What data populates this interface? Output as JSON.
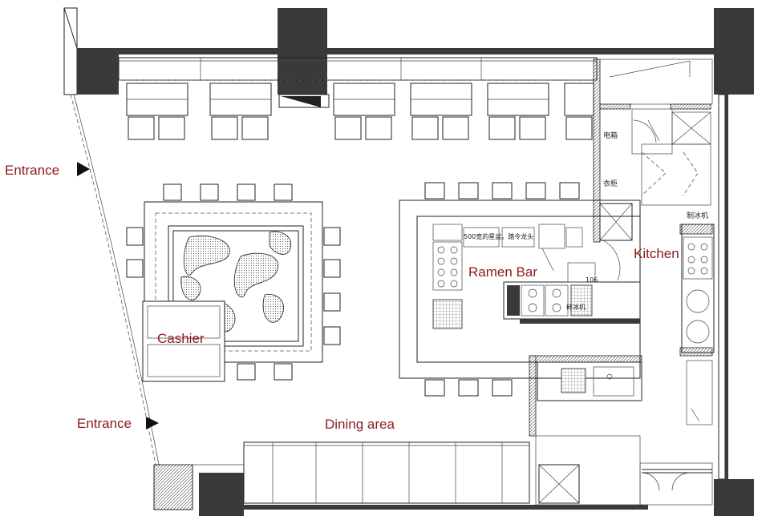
{
  "labels": {
    "entrance_top": "Entrance",
    "entrance_bottom": "Entrance",
    "cashier": "Cashier",
    "ramen_bar": "Ramen Bar",
    "kitchen": "Kitchen",
    "dining_area": "Dining area"
  },
  "annotations": {
    "electric_box": "电箱",
    "wardrobe": "衣柜",
    "ice_machine": "制冰机",
    "pot_note": "500宽的星盆，踏令龙头",
    "code_106": "106",
    "counter_note": "碎冰机"
  },
  "colors": {
    "label_red": "#8b1a1a",
    "wall": "#3a3a3a",
    "line": "#222222"
  }
}
